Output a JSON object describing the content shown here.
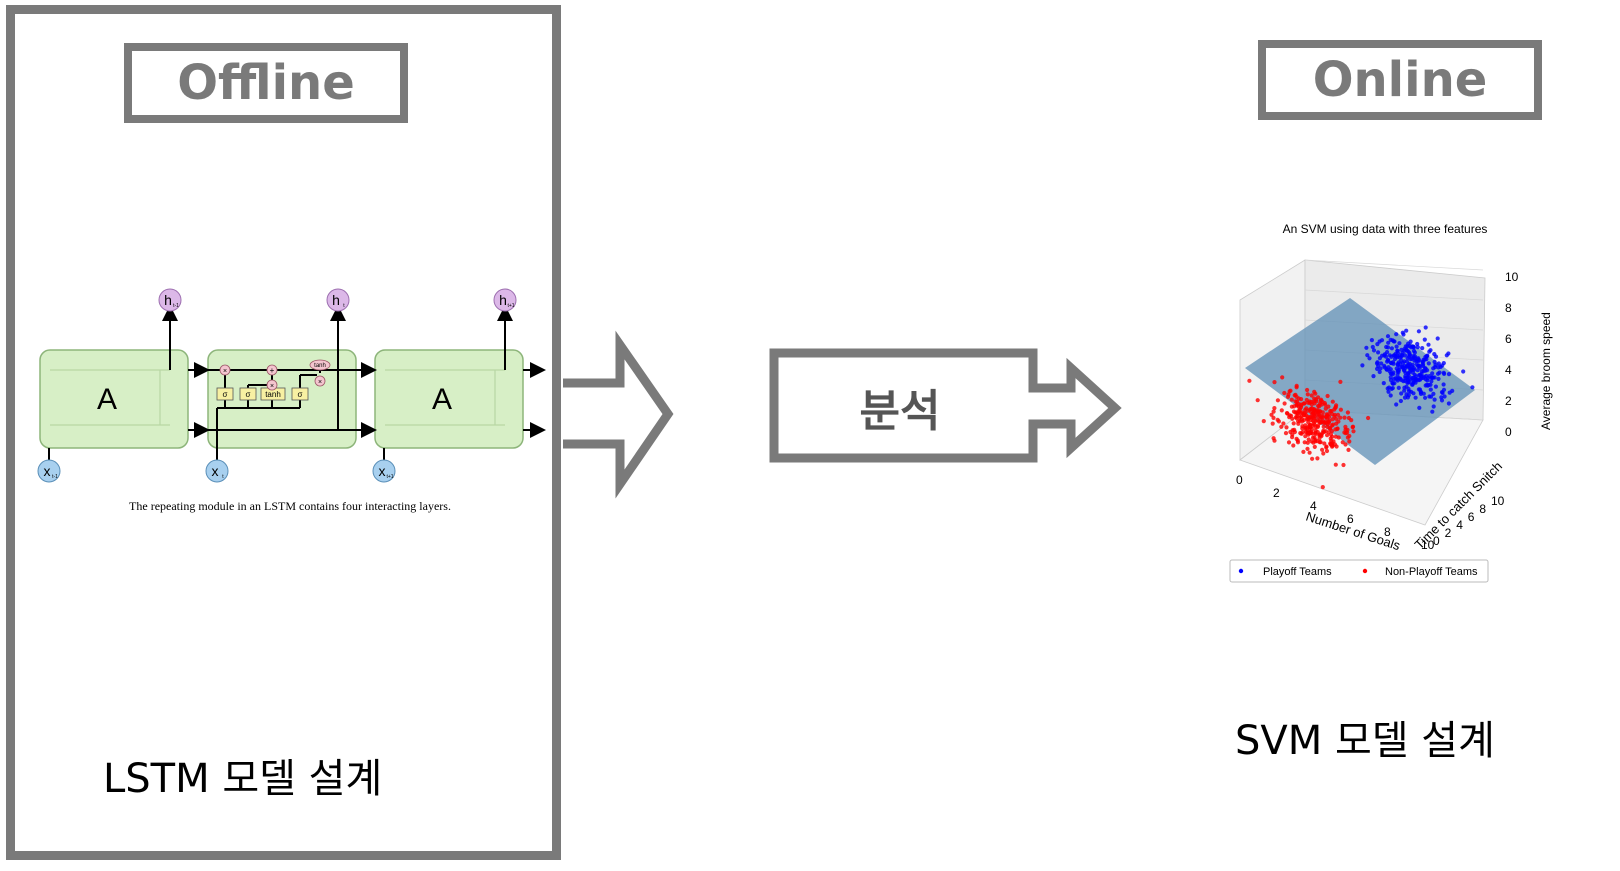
{
  "offline": {
    "header": "Offline",
    "caption": "LSTM 모델 설계",
    "lstm": {
      "cell_label": "A",
      "gate_labels": [
        "σ",
        "σ",
        "tanh",
        "σ"
      ],
      "tanh_label": "tanh",
      "op_labels": {
        "mult": "×",
        "add": "+"
      },
      "inputs": [
        "x",
        "x",
        "x"
      ],
      "input_subs": [
        "t-1",
        "t",
        "t+1"
      ],
      "outputs": [
        "h",
        "h",
        "h"
      ],
      "output_subs": [
        "t-1",
        "t",
        "t+1"
      ],
      "caption": "The repeating module in an LSTM contains four interacting layers."
    }
  },
  "analysis": {
    "label": "분석"
  },
  "online": {
    "header": "Online",
    "caption": "SVM 모델 설계",
    "chart_data": {
      "type": "scatter",
      "title": "An SVM using data with three features",
      "xlabel": "Number of Goals",
      "ylabel": "Time to catch Snitch",
      "zlabel": "Average broom speed",
      "xticks": [
        "0",
        "2",
        "4",
        "6",
        "8",
        "10"
      ],
      "yticks": [
        "0",
        "2",
        "4",
        "6",
        "8",
        "10"
      ],
      "zticks": [
        "0",
        "2",
        "4",
        "6",
        "8",
        "10"
      ],
      "xlim": [
        0,
        10
      ],
      "ylim": [
        0,
        10
      ],
      "zlim": [
        0,
        10
      ],
      "legend_position": "bottom",
      "series": [
        {
          "name": "Playoff Teams",
          "color": "#0000ff",
          "center": [
            7,
            7,
            7
          ],
          "spread": 1
        },
        {
          "name": "Non-Playoff Teams",
          "color": "#ff0000",
          "center": [
            3,
            3,
            3
          ],
          "spread": 1
        }
      ],
      "plane_color": "#5f8fb5"
    }
  }
}
